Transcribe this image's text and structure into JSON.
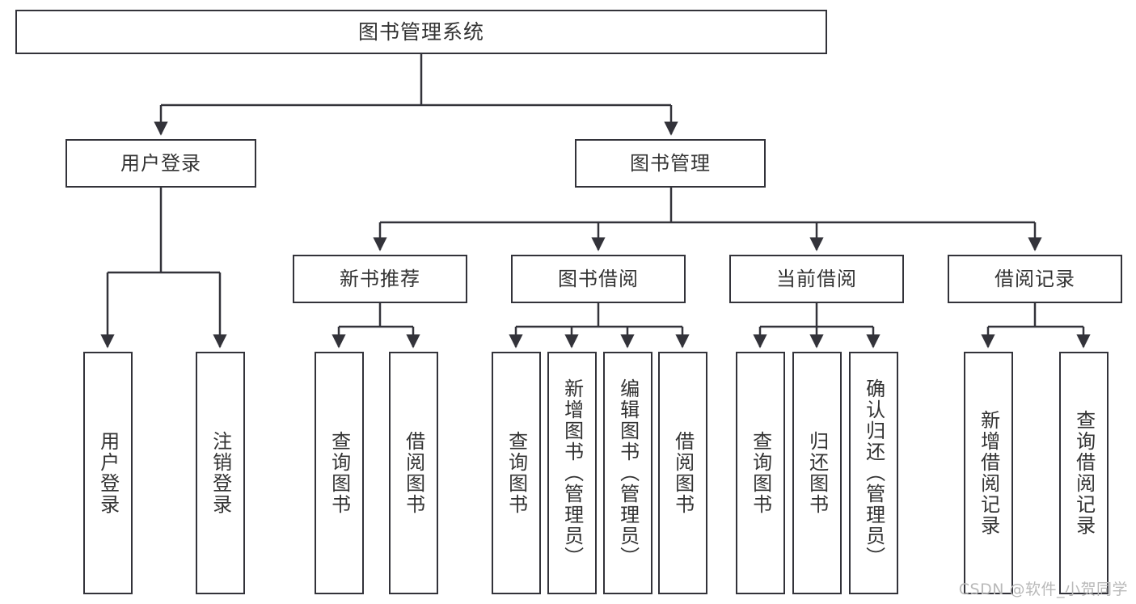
{
  "diagram": {
    "type": "tree",
    "title": "图书管理系统",
    "style": {
      "box_fill": "#ffffff",
      "box_border": "#33333a",
      "text_color": "#333333",
      "line_color": "#33333a"
    },
    "root": {
      "label": "图书管理系统"
    },
    "level2": [
      {
        "label": "用户登录"
      },
      {
        "label": "图书管理"
      }
    ],
    "level3": [
      {
        "label": "新书推荐"
      },
      {
        "label": "图书借阅"
      },
      {
        "label": "当前借阅"
      },
      {
        "label": "借阅记录"
      }
    ],
    "leaves": {
      "user_login": [
        {
          "label": "用户登录"
        },
        {
          "label": "注销登录"
        }
      ],
      "new_book_recommend": [
        {
          "label": "查询图书"
        },
        {
          "label": "借阅图书"
        }
      ],
      "book_borrow": [
        {
          "label": "查询图书"
        },
        {
          "label": "新增图书（管理员）"
        },
        {
          "label": "编辑图书（管理员）"
        },
        {
          "label": "借阅图书"
        }
      ],
      "current_borrow": [
        {
          "label": "查询图书"
        },
        {
          "label": "归还图书"
        },
        {
          "label": "确认归还（管理员）"
        }
      ],
      "borrow_record": [
        {
          "label": "新增借阅记录"
        },
        {
          "label": "查询借阅记录"
        }
      ]
    }
  },
  "watermark": {
    "text": "CSDN @软件_小贺同学"
  }
}
